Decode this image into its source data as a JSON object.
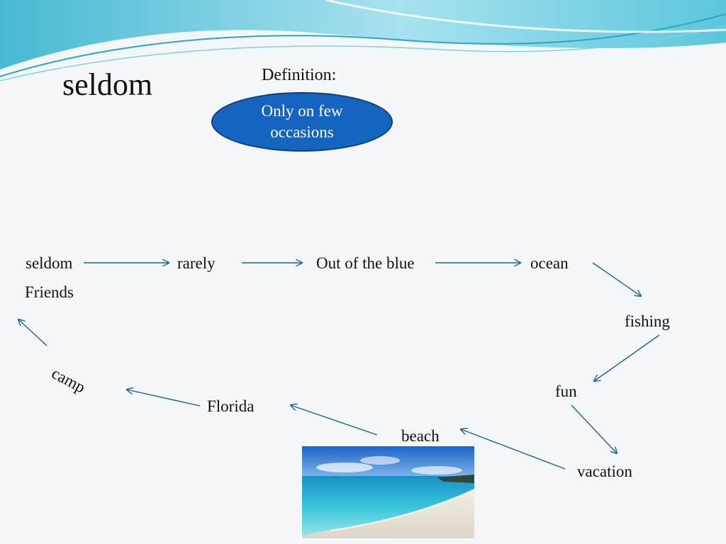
{
  "slide": {
    "title": "seldom",
    "definition_label": "Definition:",
    "definition_text": "Only on few\noccasions"
  },
  "chain": {
    "words": {
      "seldom": "seldom",
      "rarely": "rarely",
      "out_of_the_blue": "Out of the blue",
      "ocean": "ocean",
      "fishing": "fishing",
      "fun": "fun",
      "vacation": "vacation",
      "beach": "beach",
      "florida": "Florida",
      "camp": "camp",
      "friends": "Friends"
    }
  },
  "colors": {
    "oval_fill": "#1565c0",
    "arrow": "#1f5f95",
    "header_wave": "#4fc3d9"
  },
  "image": {
    "subject": "tropical beach photo"
  }
}
